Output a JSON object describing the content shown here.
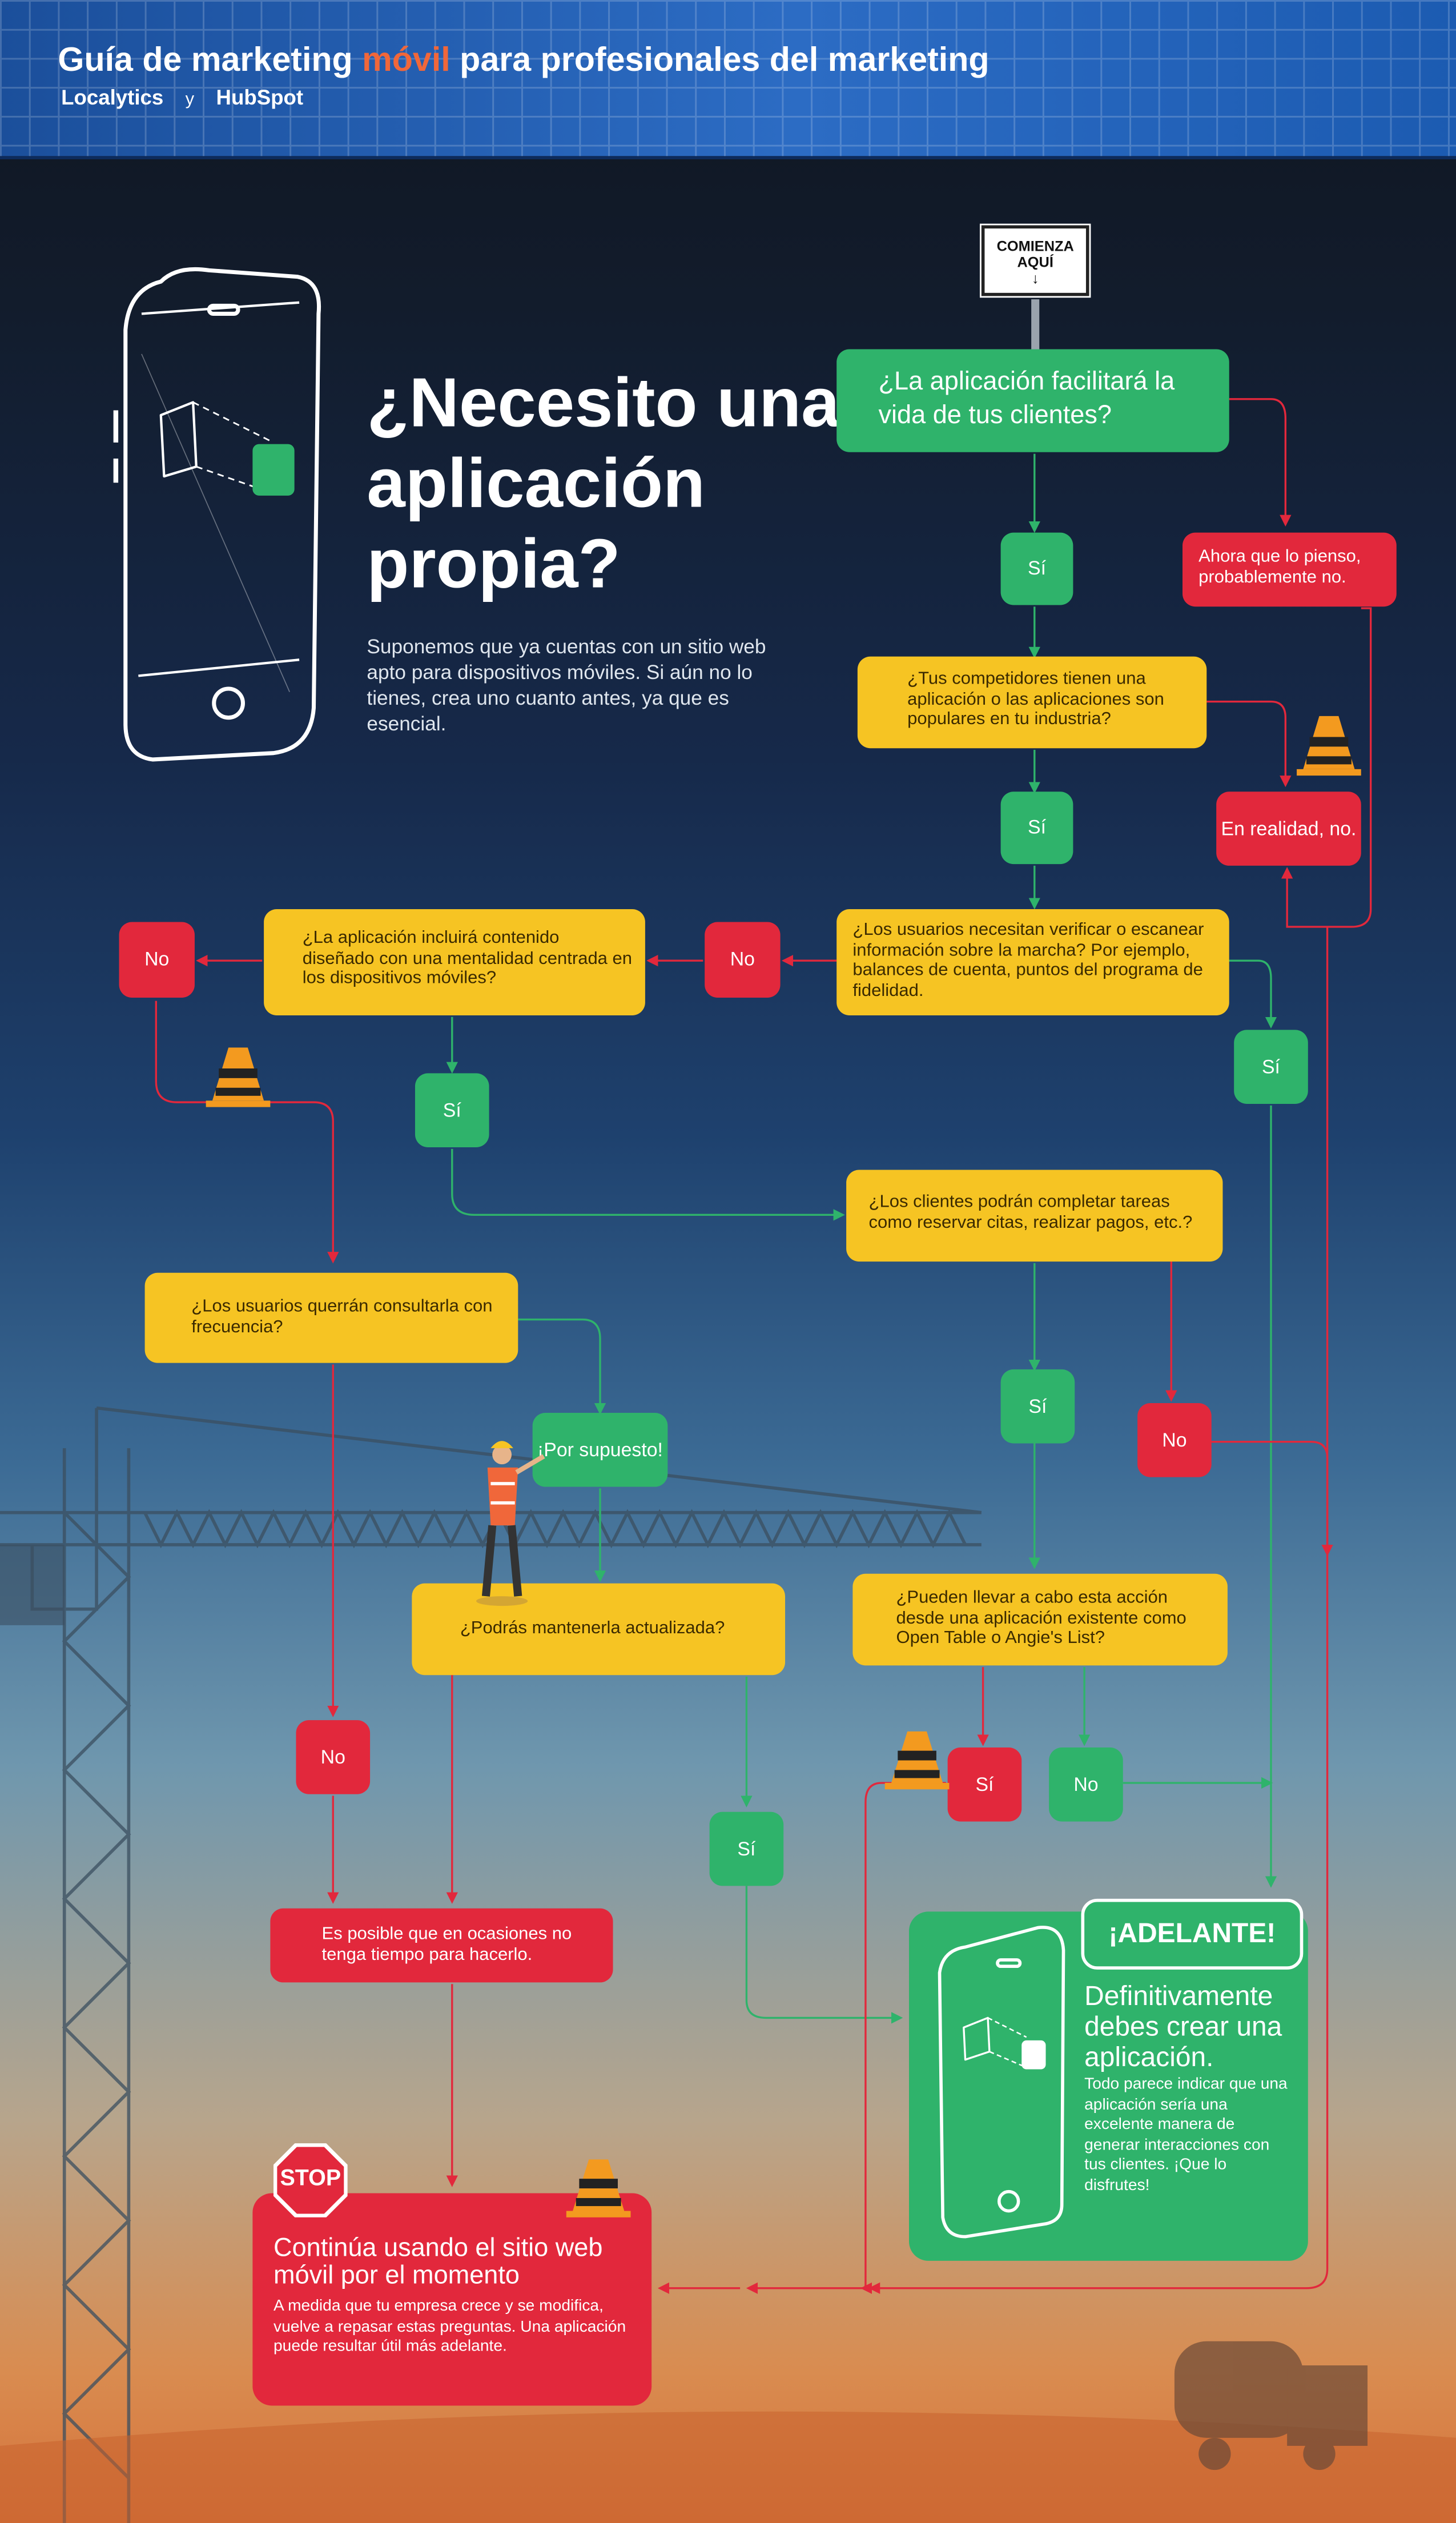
{
  "header": {
    "title_pre": "Guía de marketing ",
    "title_accent": "móvil",
    "title_post": " para profesionales del marketing",
    "brand_1": "Localytics",
    "brand_sep": "y",
    "brand_2": "HubSpot"
  },
  "hero": {
    "title": "¿Necesito una aplicación propia?",
    "subtitle": "Suponemos que ya cuentas con un sitio web apto para dispositivos móviles. Si aún no lo tienes, crea uno cuanto antes, ya que es esencial."
  },
  "start_sign": {
    "line1": "COMIENZA",
    "line2": "AQUÍ"
  },
  "nodes": {
    "q1": "¿La aplicación facilitará la vida de tus clientes?",
    "q1_yes": "Sí",
    "q1_no": "Ahora que lo pienso, probablemente no.",
    "q2": "¿Tus competidores tienen una aplicación o las aplicaciones son populares en tu industria?",
    "q2_yes": "Sí",
    "q2_no": "En realidad, no.",
    "q3": "¿Los usuarios necesitan verificar o escanear información sobre la marcha? Por ejemplo, balances de cuenta, puntos del programa de fidelidad.",
    "q3_no": "No",
    "q3_yes": "Sí",
    "q4": "¿La aplicación incluirá contenido diseñado con una mentalidad centrada en los dispositivos móviles?",
    "q4_no": "No",
    "q4_yes": "Sí",
    "q5": "¿Los clientes podrán completar tareas como reservar citas, realizar pagos, etc.?",
    "q5_yes": "Sí",
    "q5_no": "No",
    "q6": "¿Los usuarios querrán consultarla con frecuencia?",
    "q6_yes": "¡Por supuesto!",
    "q6_no": "No",
    "q7": "¿Podrás mantenerla actualizada?",
    "q7_yes": "Sí",
    "q7_no": "Es posible que en ocasiones no tenga tiempo para hacerlo.",
    "q8": "¿Pueden llevar a cabo esta acción desde una aplicación existente como Open Table o Angie's List?",
    "q8_yes": "Sí",
    "q8_no": "No"
  },
  "outcome_go": {
    "badge": "¡ADELANTE!",
    "heading": "Definitivamente debes crear una aplicación.",
    "body": "Todo parece indicar que una aplicación sería una excelente manera de generar interacciones con tus clientes. ¡Que lo disfrutes!"
  },
  "outcome_stop": {
    "sign": "STOP",
    "heading": "Continúa usando el sitio web móvil por el momento",
    "body": "A medida que tu empresa crece y se modifica, vuelve a repasar estas preguntas. Una aplicación puede resultar útil más adelante."
  },
  "colors": {
    "green": "#2fb36b",
    "yellow": "#f6c423",
    "red": "#e2283c",
    "header_blue": "#2c6cc4",
    "accent_orange": "#f0673a"
  }
}
